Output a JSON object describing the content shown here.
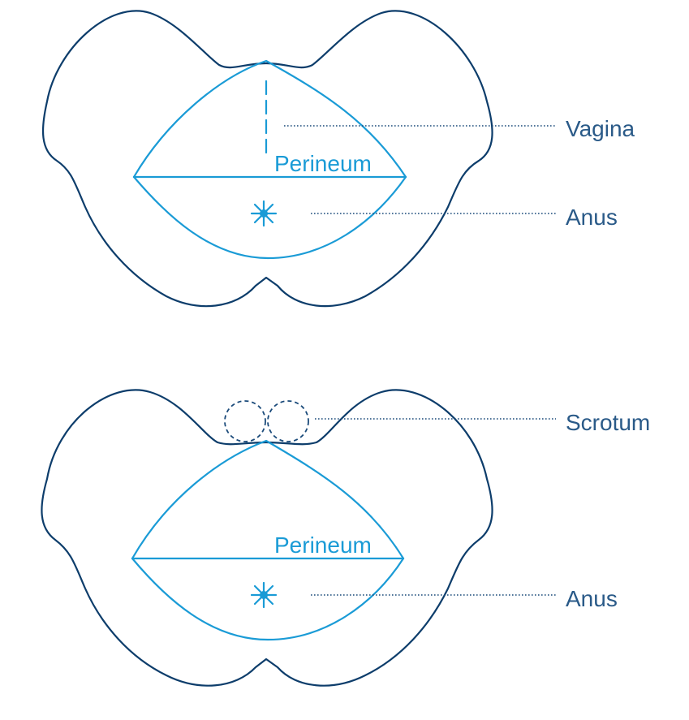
{
  "colors": {
    "outline": "#0d3d6b",
    "structure": "#1a9bd6",
    "leader": "#1a4a7a",
    "label_text": "#2a5a88"
  },
  "female": {
    "inner_label": "Perineum",
    "callouts": [
      "Vagina",
      "Anus"
    ]
  },
  "male": {
    "inner_label": "Perineum",
    "callouts": [
      "Scrotum",
      "Anus"
    ]
  }
}
